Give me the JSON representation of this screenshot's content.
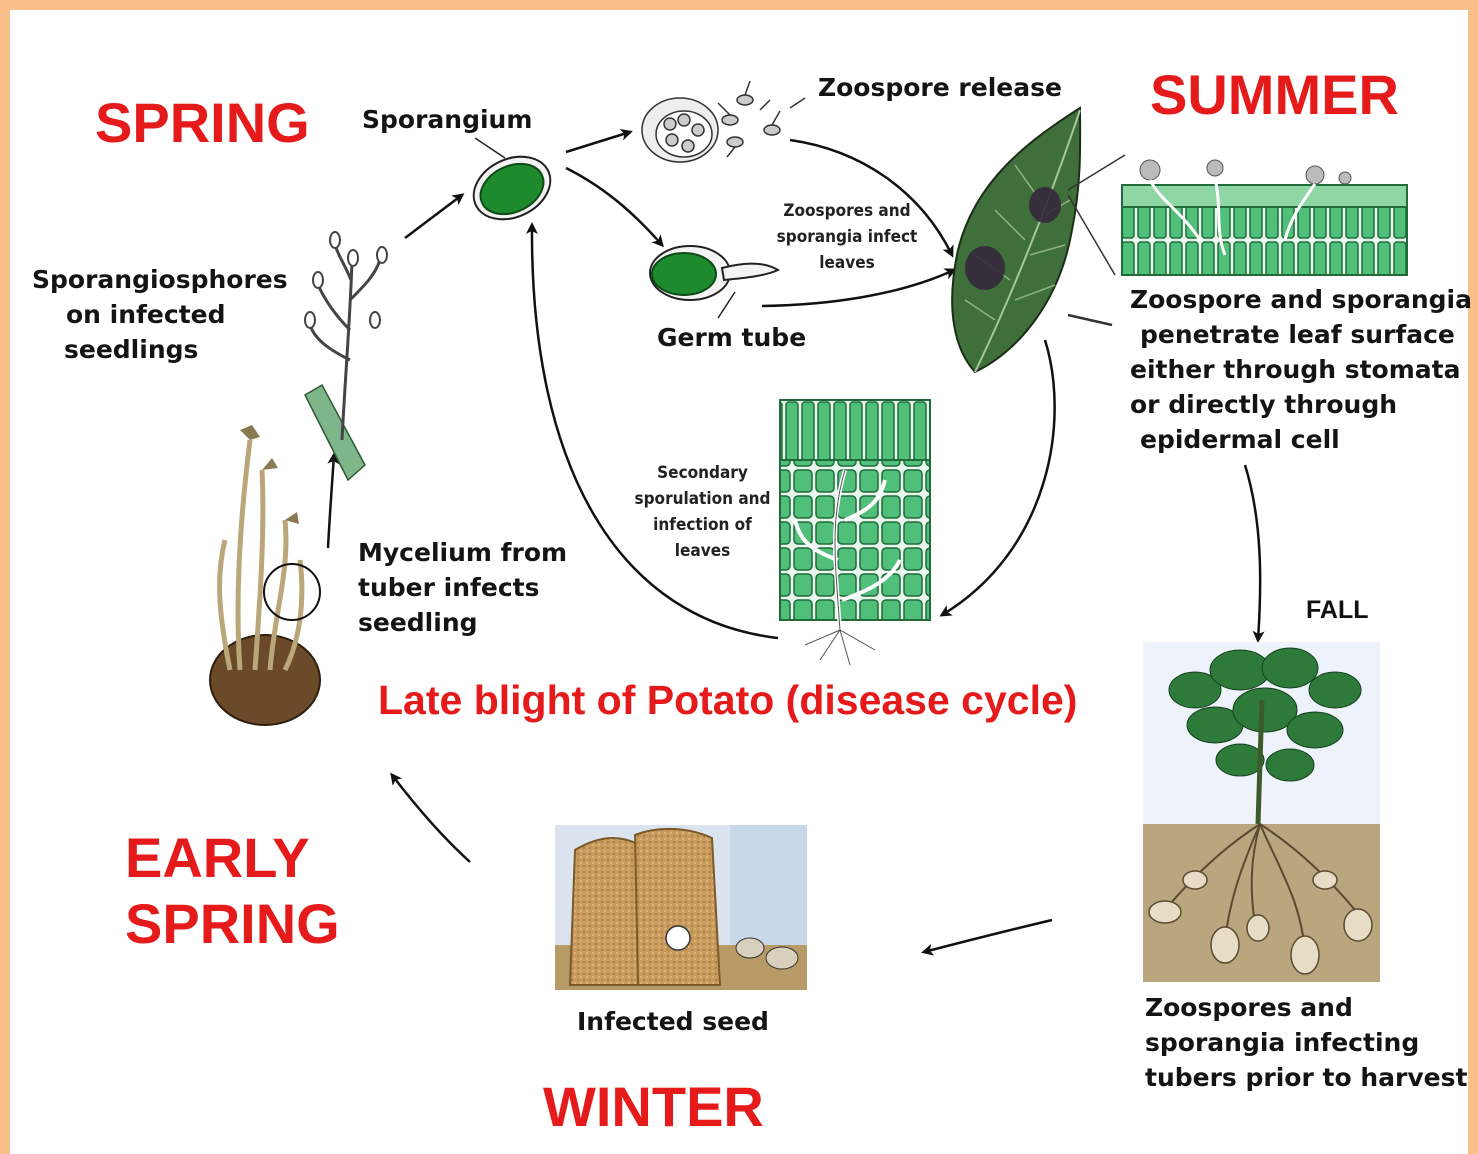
{
  "title": "Late blight of Potato (disease cycle)",
  "seasons": {
    "spring": "SPRING",
    "summer": "SUMMER",
    "fall": "FALL",
    "winter": "WINTER",
    "early_spring_line1": "EARLY",
    "early_spring_line2": "SPRING"
  },
  "labels": {
    "sporangium": "Sporangium",
    "zoospore_release": "Zoospore release",
    "zoospores_infect": [
      "Zoospores and",
      "sporangia infect",
      "leaves"
    ],
    "germ_tube": "Germ tube",
    "sporangiophores": [
      "Sporangiosphores",
      "on infected",
      "seedlings"
    ],
    "mycelium": [
      "Mycelium from",
      "tuber infects",
      "seedling"
    ],
    "secondary": [
      "Secondary",
      "sporulation and",
      "infection of",
      "leaves"
    ],
    "penetrate": [
      "Zoospore and sporangia",
      "penetrate leaf surface",
      "either through stomata",
      "or directly through",
      "epidermal cell"
    ],
    "tubers": [
      "Zoospores and",
      "sporangia infecting",
      "tubers prior to harvest"
    ],
    "infected_seed": "Infected seed"
  },
  "colors": {
    "season_red": "#e51a1a",
    "border_orange": "#fbbf8a",
    "spore_green": "#1e8a2e",
    "cell_green": "#4fbf7a",
    "leaf_green": "#3f6f3a"
  }
}
